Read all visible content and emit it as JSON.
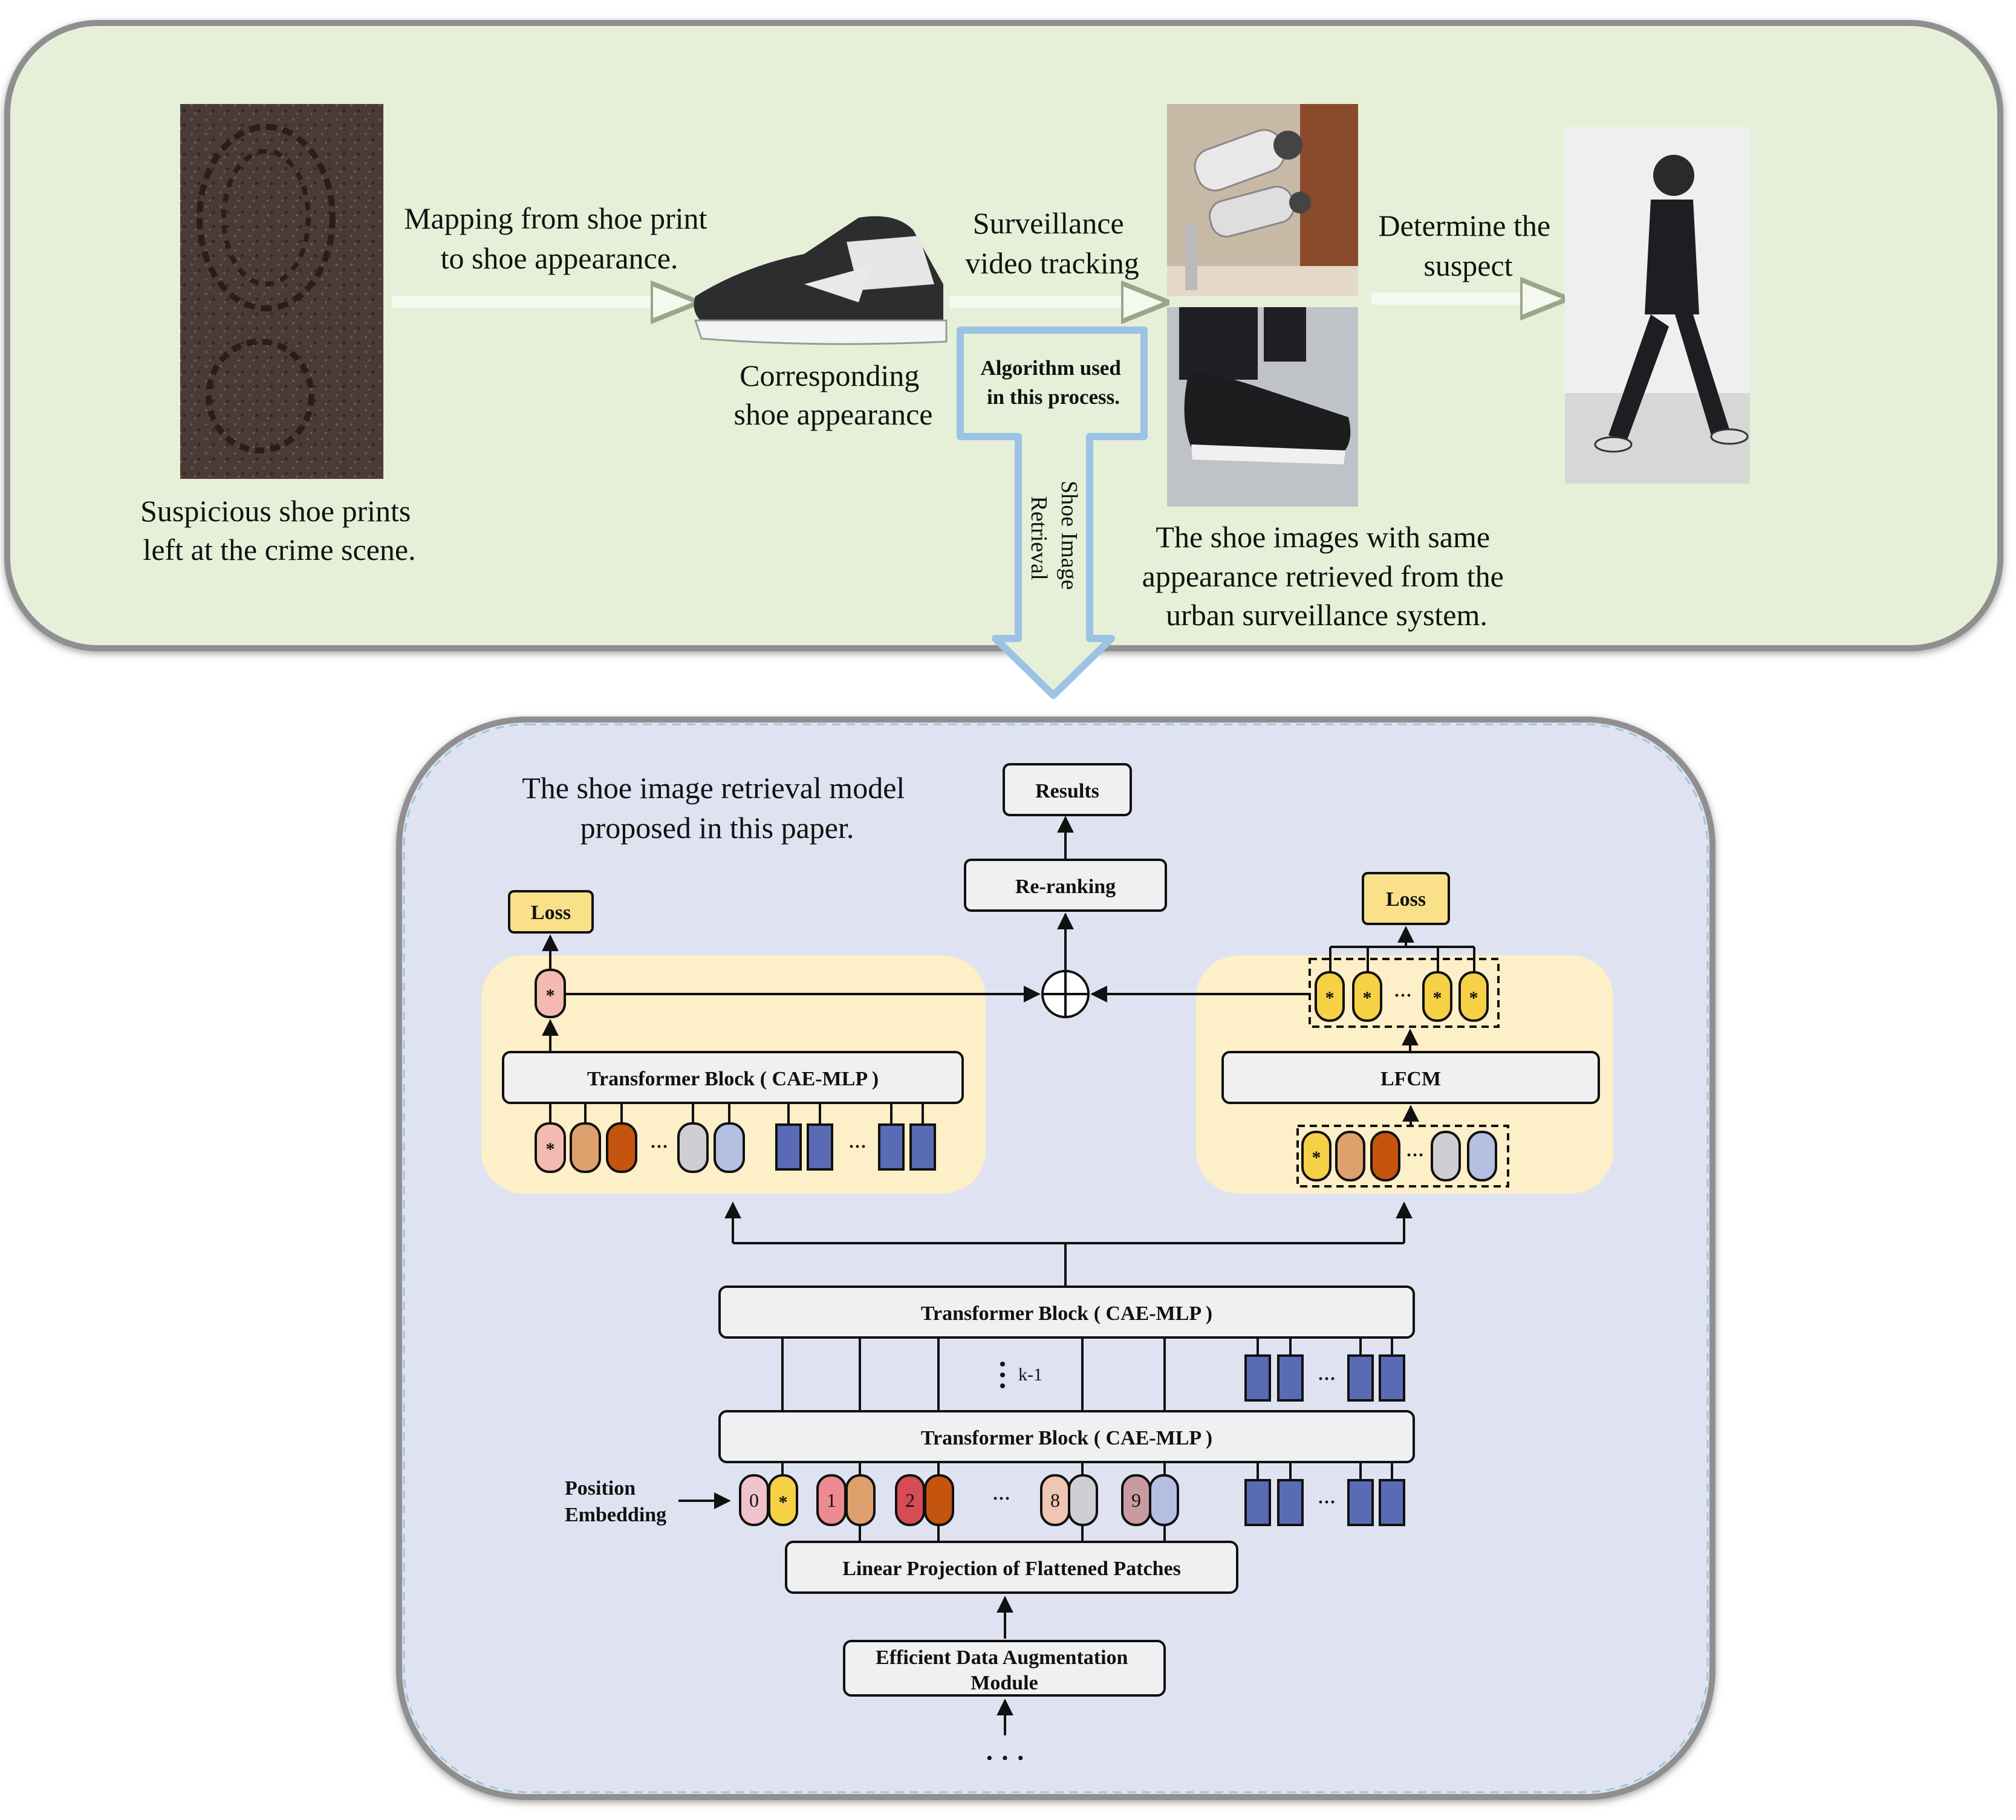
{
  "top_panel": {
    "shoe_print_caption": [
      "Suspicious shoe prints",
      "left at the crime scene."
    ],
    "mapping_label": [
      "Mapping from shoe print",
      "to shoe appearance."
    ],
    "corresponding_caption": [
      "Corresponding",
      "shoe appearance"
    ],
    "surveillance_label": [
      "Surveillance",
      "video tracking"
    ],
    "algorithm_note": [
      "Algorithm used",
      "in this process."
    ],
    "retrieval_label": [
      "Shoe Image",
      "Retrieval"
    ],
    "retrieved_caption": [
      "The shoe images with same",
      "appearance retrieved from the",
      "urban surveillance system."
    ],
    "determine_label": [
      "Determine the",
      "suspect"
    ]
  },
  "bottom_panel": {
    "model_title": [
      "The shoe image retrieval model",
      "proposed in this paper."
    ],
    "results": "Results",
    "reranking": "Re-ranking",
    "loss_left": "Loss",
    "loss_right": "Loss",
    "transformer_block_branch": "Transformer Block ( CAE-MLP )",
    "lfcm": "LFCM",
    "transformer_block_top": "Transformer Block ( CAE-MLP )",
    "transformer_block_bottom": "Transformer Block ( CAE-MLP )",
    "k_minus_1": "k-1",
    "position_embedding": [
      "Position",
      "Embedding"
    ],
    "position_indices": [
      "0",
      "1",
      "2",
      "8",
      "9"
    ],
    "linear_projection": "Linear Projection of Flattened Patches",
    "augmentation": [
      "Efficient Data Augmentation",
      "Module"
    ],
    "cls_symbol": "*",
    "ellipsis": "···",
    "input_dots": "· · ·"
  },
  "colors": {
    "top_bg": "#e6f0d8",
    "bottom_bg": "#dfe3f1",
    "branch_bg": "#fdefc7",
    "loss_fill": "#fbe08a",
    "cls_pink": "#f4b9b0",
    "token_yellow": "#f6d146",
    "token_orange_light": "#dea06c",
    "token_orange_dark": "#c5540f",
    "token_grey": "#cfcfd3",
    "token_lavender": "#b5bfe2",
    "patch_blue": "#5a6bb5",
    "retrieval_arrow_border": "#9cc3e4"
  },
  "icons": {
    "sum_node": "circle-plus-icon",
    "photo_shoeprint": "shoe-print-photo",
    "photo_sneaker": "sneaker-photo",
    "photo_camera": "surveillance-camera-photo",
    "photo_shoe_crop": "retrieved-shoe-photo",
    "photo_suspect": "walking-suspect-photo"
  }
}
